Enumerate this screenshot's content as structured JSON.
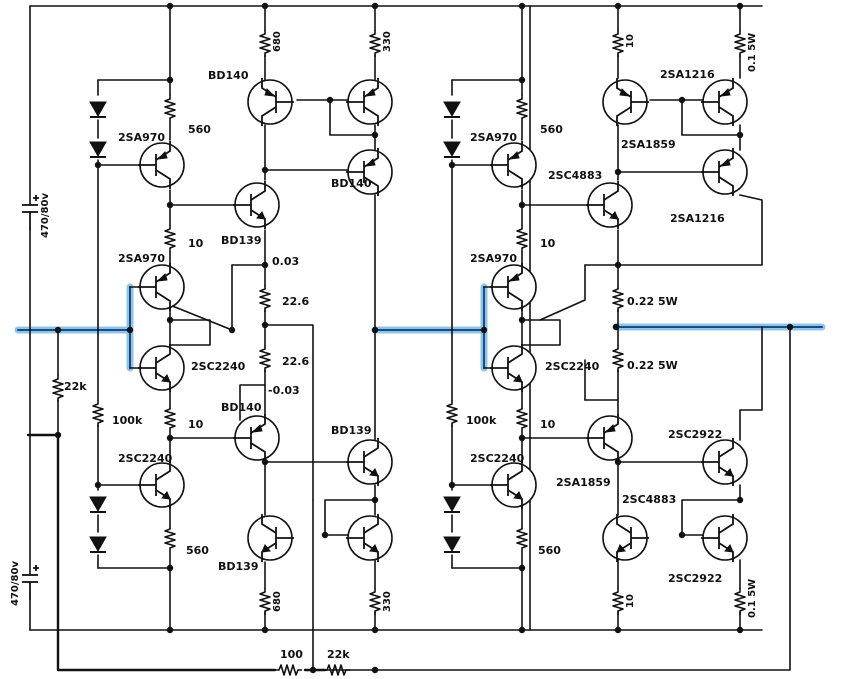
{
  "labels": {
    "L_560_top": "560",
    "L_2sa970_1": "2SA970",
    "L_10_left": "10",
    "L_2sa970_2": "2SA970",
    "L_2sc2240_1": "2SC2240",
    "L_100k_left": "100k",
    "L_22k_v": "22k",
    "L_10_left2": "10",
    "L_2sc2240_2": "2SC2240",
    "L_560_bot": "560",
    "L_bd140_a": "BD140",
    "L_bd139_a": "BD139",
    "L_003p": "0.03",
    "L_226a": "22.6",
    "L_226b": "22.6",
    "L_003n": "-0.03",
    "L_bd140_b": "BD140",
    "L_bd139_b": "BD139",
    "L_bd140_c": "BD140",
    "L_bd139_c": "BD139",
    "L_680_top": "680",
    "L_330_top": "330",
    "L_680_bot": "680",
    "L_330_bot": "330",
    "L_100_h": "100",
    "L_22k_h": "22k",
    "L_cap_top": "470/80v",
    "L_cap_bot": "470/80v",
    "R_2sa970_1": "2SA970",
    "R_560_top": "560",
    "R_10_a": "10",
    "R_2sa970_2": "2SA970",
    "R_2sc2240_1": "2SC2240",
    "R_100k": "100k",
    "R_10_b": "10",
    "R_2sc2240_2": "2SC2240",
    "R_560_bot": "560",
    "R_2sc4883_a": "2SC4883",
    "R_2sa1859_a": "2SA1859",
    "R_2sa1216_a": "2SA1216",
    "R_2sa1216_b": "2SA1216",
    "R_022a": "0.22 5W",
    "R_022b": "0.22 5W",
    "R_2sa1859_b": "2SA1859",
    "R_2sc4883_b": "2SC4883",
    "R_2sc2922_a": "2SC2922",
    "R_2sc2922_b": "2SC2922",
    "R_10_top": "10",
    "R_015w_top": "0.1  5W",
    "R_10_bot": "10",
    "R_015w_bot": "0.1  5W"
  },
  "colors": {
    "wire": "#111111",
    "highlight": "#8cc4ee",
    "highlight_core": "#1b4d78",
    "background": "#ffffff"
  }
}
